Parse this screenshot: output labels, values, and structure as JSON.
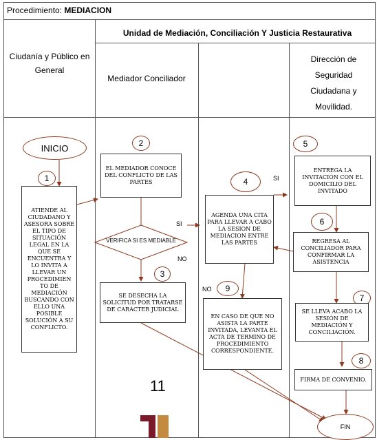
{
  "header": {
    "label": "Procedimiento:",
    "name": "MEDIACION",
    "unit": "Unidad de Mediación, Conciliación Y Justicia Restaurativa"
  },
  "columns": {
    "col1": "Ciudanía y Público en General",
    "col2": "Mediador Conciliador",
    "col4": "Dirección de Seguridad Ciudadana y Movilidad."
  },
  "nodes": {
    "inicio": "INICIO",
    "n1": "1",
    "box1": "ATIENDE AL CIUDADANO Y ASESORA SOBRE EL TIPO DE SITUACIÓN LEGAL EN LA QUE SE ENCUENTRA Y LO INVITA A LLEVAR UN PROCEDIMIEN TO DE MEDIACIÓN BUSCANDO CON ELLO UNA POSIBLE SOLUCIÓN A SU CONFLICTO.",
    "n2": "2",
    "box2": "EL MEDIADOR CONOCE DEL CONFLICTO DE LAS PARTES",
    "decision": "VERIFICA SI ES MEDIABLE",
    "si1": "SI",
    "no1": "NO",
    "n3": "3",
    "box3": "SE DESECHA LA SOLICITUD POR TRATARSE DE CARÁCTER JUDICIAL",
    "n4": "4",
    "si2": "SI",
    "box4": "AGENDA UNA CITA PARA LLEVAR A CABO LA SESION DE MEDIACION ENTRE LAS PARTES",
    "no2": "NO",
    "n9": "9",
    "box9": "EN CASO DE QUE NO ASISTA LA PARTE INVITADA, LEVANTA EL ACTA DE TERMINO DE PROCEDIMIENTO CORRESPONDIENTE.",
    "n5": "5",
    "box5": "ENTREGA LA INVITACIÓN CON EL DOMICILIO DEL INVITADO",
    "n6": "6",
    "box6": "REGRESA AL CONCILIADOR PARA CONFIRMAR LA ASISTENCIA",
    "n7": "7",
    "box7": "SE LLEVA ACABO LA SESIÓN DE MEDIACIÓN Y CONCILIACIÓN.",
    "n8": "8",
    "box8": "FIRMA DE CONVENIO.",
    "fin": "FIN"
  },
  "footer": {
    "page_number": "11"
  },
  "colors": {
    "arrow": "#8b3a1f",
    "logo_dark": "#7a1a2a",
    "logo_gold": "#c48a3f"
  }
}
